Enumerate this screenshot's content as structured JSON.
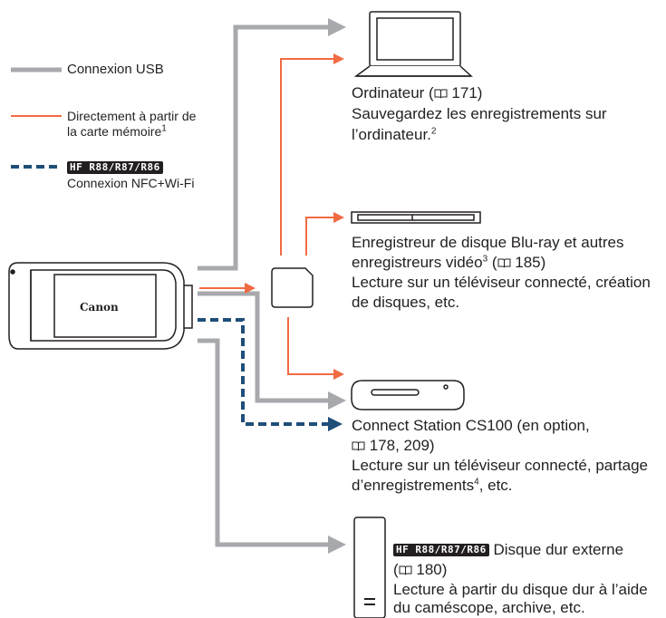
{
  "legend": {
    "usb": "Connexion USB",
    "card_line1": "Directement à partir de",
    "card_line2": "la carte mémoire",
    "card_sup": "1",
    "nfc_badge": "HF R88/R87/R86",
    "nfc": "Connexion NFC+Wi-Fi"
  },
  "camera": {
    "brand": "Canon"
  },
  "computer": {
    "title": "Ordinateur (",
    "page": " 171)",
    "desc_line1": "Sauvegardez les enregistrements sur",
    "desc_line2": "l’ordinateur.",
    "sup": "2"
  },
  "bluray": {
    "line1": "Enregistreur de disque Blu-ray et autres",
    "line2a": "enregistreurs vidéo",
    "sup": "3",
    "line2b": " (",
    "page": " 185)",
    "line3": "Lecture sur un téléviseur connecté, création",
    "line4": "de disques, etc."
  },
  "station": {
    "line1": "Connect Station CS100 (en option,",
    "pages": " 178, 209)",
    "line3": "Lecture sur un téléviseur connecté, partage",
    "line4a": "d’enregistrements",
    "sup": "4",
    "line4b": ", etc."
  },
  "hdd": {
    "badge": "HF R88/R87/R86",
    "title": " Disque dur externe",
    "page_open": "(",
    "page": " 180)",
    "line3": "Lecture à partir du disque dur à l’aide",
    "line4": "du caméscope, archive, etc."
  },
  "colors": {
    "usb": "#a7a9ac",
    "card": "#f26b43",
    "nfc": "#1f4e79",
    "ink": "#231f20"
  }
}
